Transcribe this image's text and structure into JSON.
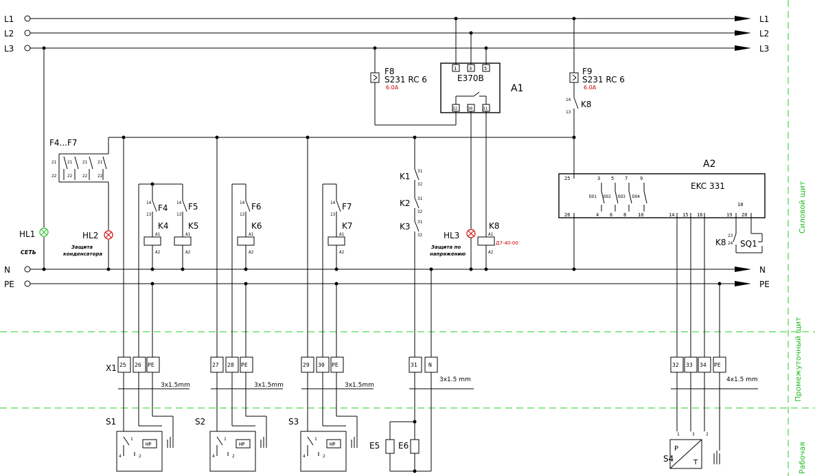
{
  "buses": {
    "l1": "L1",
    "l2": "L2",
    "l3": "L3",
    "n": "N",
    "pe": "PE"
  },
  "breakers": {
    "f8": {
      "name": "F8",
      "type": "S231 RC 6",
      "rating": "6.0A"
    },
    "f9": {
      "name": "F9",
      "type": "S231 RC 6",
      "rating": "6.0A"
    },
    "f4f7": "F4...F7"
  },
  "relay_a1": {
    "ref": "A1",
    "model": "E370B",
    "pins_top": [
      "1",
      "3",
      "5"
    ],
    "pins_bottom": [
      "32",
      "30",
      "31"
    ]
  },
  "controller_a2": {
    "ref": "A2",
    "model": "EKC 331",
    "top_terminals": [
      "25",
      "3",
      "5",
      "7",
      "9"
    ],
    "bottom_terminals": [
      "26",
      "4",
      "6",
      "8",
      "10",
      "14",
      "15",
      "16",
      "19",
      "20"
    ],
    "relay_labels": [
      "DO1",
      "DO2",
      "DO3",
      "DO4"
    ],
    "extra_terminal": "18"
  },
  "contact_numbers": {
    "f_contacts": [
      "21",
      "22"
    ],
    "k_no": [
      "14",
      "13"
    ],
    "k_nc": [
      "31",
      "32"
    ],
    "coil": [
      "A1",
      "A2"
    ],
    "k8_contact": [
      "23",
      "24"
    ]
  },
  "lamps": {
    "hl1": "HL1",
    "hl1_caption": "СЕТЬ",
    "hl2": "HL2",
    "hl2_caption": "Защита конденсатора",
    "hl3": "HL3",
    "hl3_caption": "Защита по напряжению"
  },
  "contactors": {
    "f4": "F4",
    "f5": "F5",
    "f6": "F6",
    "f7": "F7",
    "k4": "K4",
    "k5": "K5",
    "k6": "K6",
    "k7": "K7",
    "k8": "K8",
    "k8_note": "Д7-40-00",
    "k1": "K1",
    "k2": "K2",
    "k3": "K3"
  },
  "sq1": "SQ1",
  "terminal_block": {
    "ref": "X1",
    "group1": [
      "25",
      "26",
      "PE"
    ],
    "group2": [
      "27",
      "28",
      "PE"
    ],
    "group3": [
      "29",
      "30",
      "PE"
    ],
    "group4": [
      "31",
      "N"
    ],
    "group5": [
      "32",
      "33",
      "34",
      "PE"
    ]
  },
  "cables": {
    "c1": "3x1.5mm",
    "c2": "3x1.5mm",
    "c3": "3x1.5mm",
    "c4": "3x1.5 mm",
    "c5": "4x1.5 mm"
  },
  "field": {
    "s1": "S1",
    "s2": "S2",
    "s3": "S3",
    "s4": "S4",
    "e5": "E5",
    "e6": "E6",
    "hp": "HP",
    "p": "P",
    "t": "T",
    "pin1": "1",
    "pin2": "2",
    "pin3": "3",
    "pin4": "4"
  },
  "zones": {
    "z1": "Силовой щит",
    "z2": "Промежуточный щит",
    "z3": "Рабочая"
  },
  "colors": {
    "wire": "#000000",
    "rating": "#cc0000",
    "zone": "#22bb22"
  }
}
